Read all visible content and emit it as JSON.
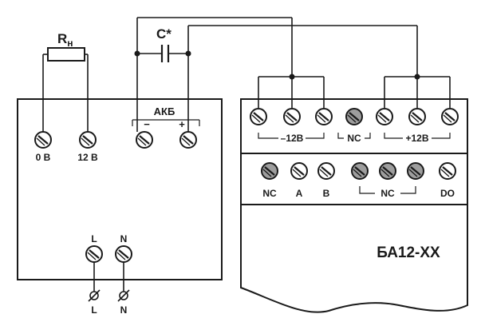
{
  "resistor": {
    "label_main": "R",
    "label_sub": "н"
  },
  "capacitor": {
    "label": "C*"
  },
  "left_block": {
    "battery_label": "АКБ",
    "minus": "−",
    "plus": "+",
    "terminals": [
      {
        "label": "0 В"
      },
      {
        "label": "12 В"
      }
    ],
    "mains": [
      {
        "label": "L"
      },
      {
        "label": "N"
      }
    ]
  },
  "mains_feed": [
    {
      "label": "L"
    },
    {
      "label": "N"
    }
  ],
  "right_block": {
    "title": "БА12-ХХ",
    "top_groups": [
      {
        "label": "–12В"
      },
      {
        "label": "NC"
      },
      {
        "label": "+12В"
      }
    ],
    "row2": [
      {
        "label": "NC"
      },
      {
        "label": "A"
      },
      {
        "label": "B"
      },
      {
        "label": "NC"
      },
      {
        "label": "DO"
      }
    ]
  },
  "colors": {
    "ink": "#1a1a1a",
    "grey_terminal": "#9e9e9e",
    "white": "#ffffff"
  }
}
